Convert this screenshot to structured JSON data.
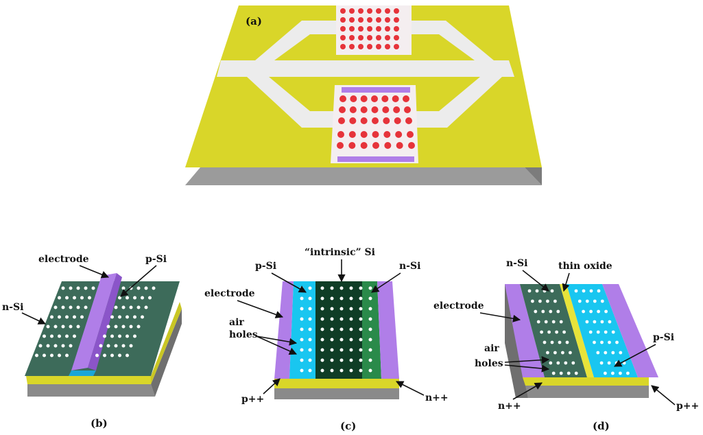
{
  "panels": {
    "a": {
      "letter": "(a)"
    },
    "b": {
      "letter": "(b)",
      "electrode": "electrode",
      "p_si": "p-Si",
      "n_si": "n-Si"
    },
    "c": {
      "letter": "(c)",
      "intrinsic": "“intrinsic” Si",
      "p_si": "p-Si",
      "n_si": "n-Si",
      "electrode": "electrode",
      "air": "air",
      "holes": "holes",
      "p_plus": "p++",
      "n_plus": "n++"
    },
    "d": {
      "letter": "(d)",
      "n_si": "n-Si",
      "thin_oxide": "thin oxide",
      "electrode": "electrode",
      "p_si": "p-Si",
      "air": "air",
      "holes": "holes",
      "n_plus": "n++",
      "p_plus": "p++"
    }
  },
  "colors": {
    "substrate_top": "#d9d629",
    "substrate_side": "#8a8a8a",
    "waveguide": "#ececec",
    "red_hole": "#e6333a",
    "pad": "#f4eef0",
    "electrode": "#b07ee8",
    "n_si": "#3d6b5a",
    "p_si": "#19c6f0",
    "intrinsic": "#0f3d26",
    "n_si_c": "#2a8a4a",
    "oxide": "#e8e33a"
  }
}
